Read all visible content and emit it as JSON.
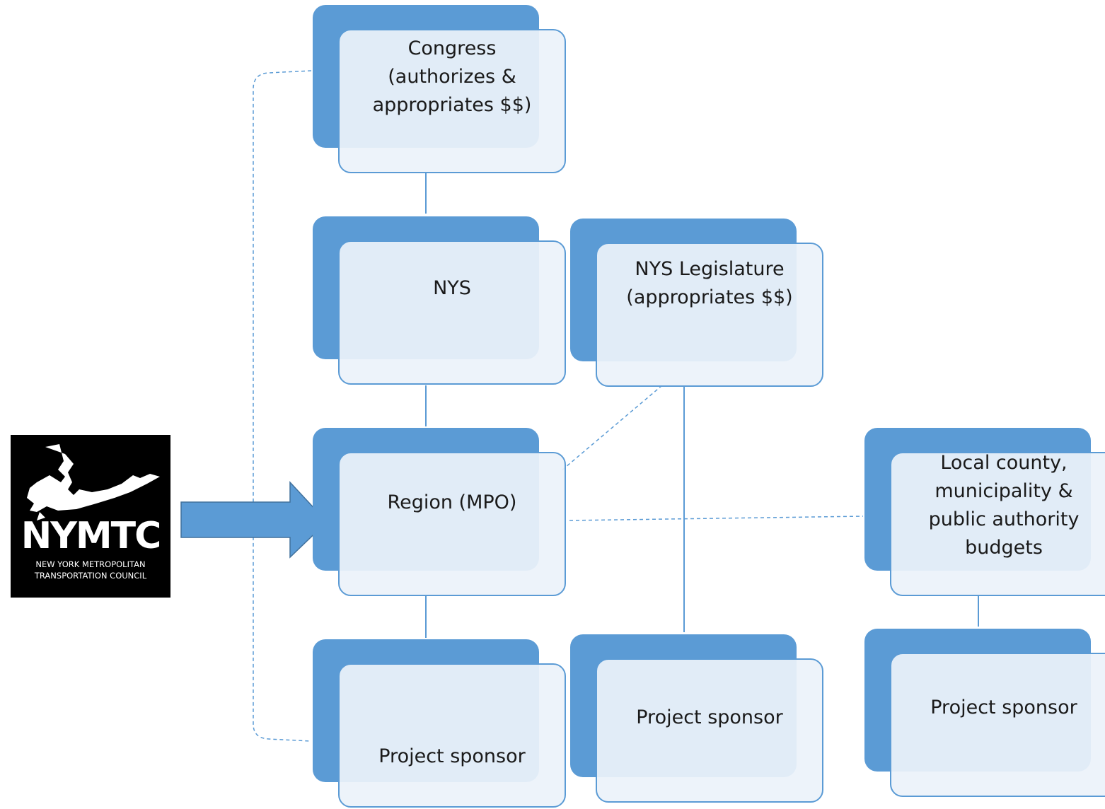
{
  "logo": {
    "word": "NYMTC",
    "line1": "NEW YORK METROPOLITAN",
    "line2": "TRANSPORTATION COUNCIL"
  },
  "nodes": {
    "congress": "Congress\n(authorizes &\nappropriates $$)",
    "nys": "NYS",
    "nys_legislature": "NYS Legislature\n(appropriates $$)",
    "region": "Region (MPO)",
    "local_budgets": "Local county,\nmunicipality &\npublic authority\nbudgets",
    "project_sponsor_1": "Project sponsor",
    "project_sponsor_2": "Project sponsor",
    "project_sponsor_3": "Project sponsor"
  },
  "colors": {
    "accent": "#5b9bd5",
    "node_fill": "#ecf2fa",
    "connector": "#5b9bd5"
  }
}
